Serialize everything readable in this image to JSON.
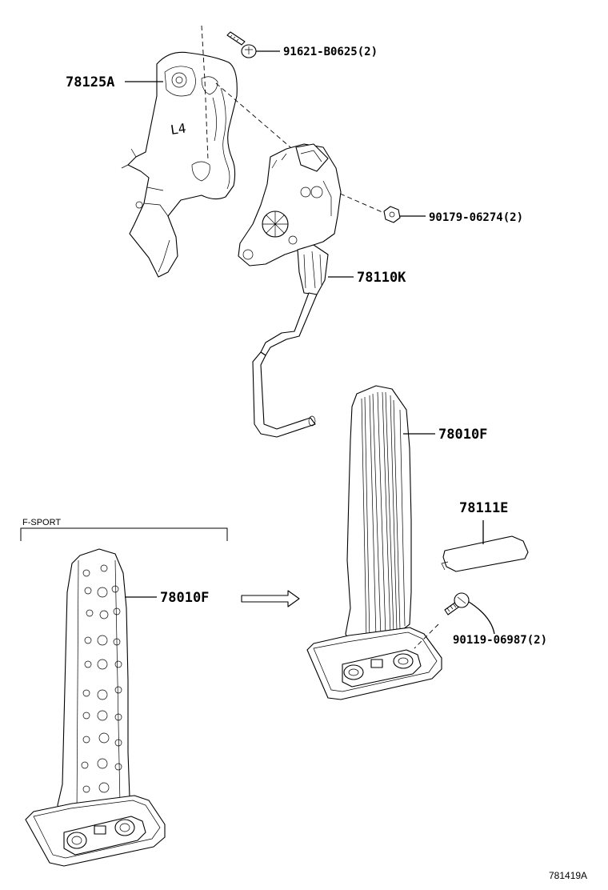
{
  "labels": {
    "bolt_top": "91621-B0625(2)",
    "bracket": "78125A",
    "nut": "90179-06274(2)",
    "pedal_arm": "78110K",
    "pedal_pad_std": "78010F",
    "cover": "78111E",
    "screw": "90119-06987(2)",
    "fsport_pad": "78010F",
    "fsport_title": "F-SPORT",
    "bracket_mark": "L4",
    "catalog_code": "781419A"
  }
}
